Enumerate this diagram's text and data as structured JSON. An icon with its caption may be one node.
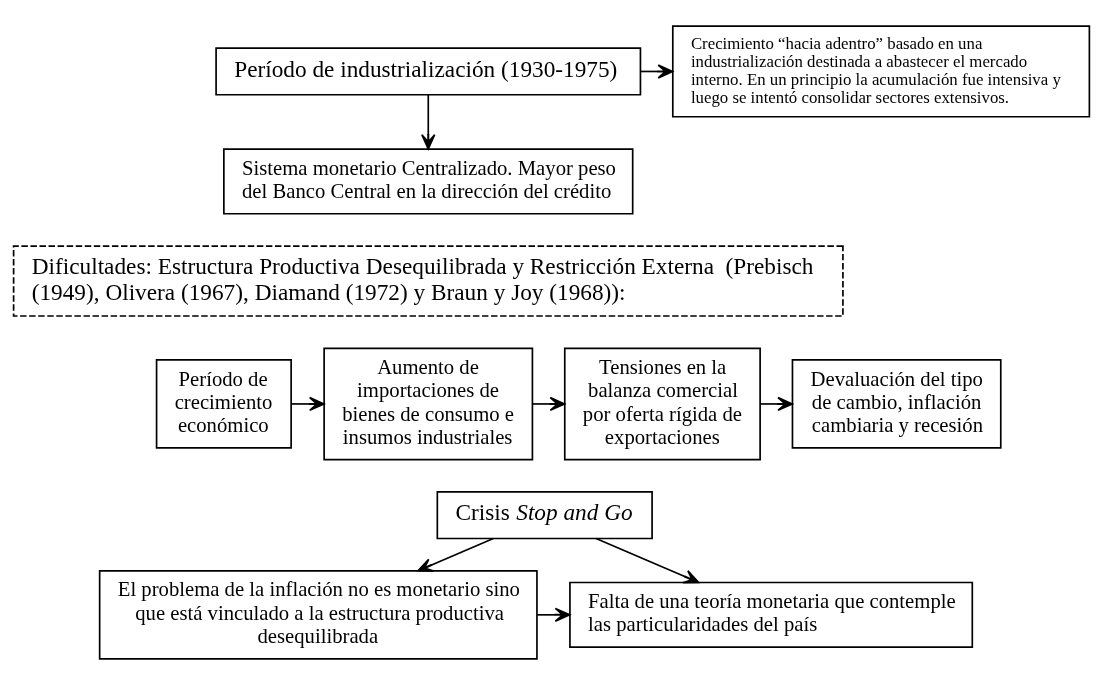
{
  "diagram": {
    "nodes": [
      {
        "text": [
          "Período de industrialización (1930-1975)"
        ]
      },
      {
        "text": [
          "Sistema monetario Centralizado. Mayor peso del Banco Central en la dirección del crédito"
        ]
      },
      {
        "text": [
          "Crecimiento “hacia adentro” basado en una industrialización destinada a abastecer el mercado interno. En un principio la acumulación fue intensiva y luego se intentó consolidar sectores extensivos."
        ]
      },
      {
        "text": [
          "Dificultades: Estructura Productiva Desequilibrada y Restricción Externa  (Prebisch (1949), Olivera (1967), Diamand (1972) y Braun y Joy (1968)):"
        ]
      },
      {
        "text": [
          "Período de crecimiento económico"
        ]
      },
      {
        "text": [
          "Aumento de importaciones de bienes de consumo e insumos industriales"
        ]
      },
      {
        "text": [
          "Tensiones en la balanza comercial por oferta rígida de exportaciones"
        ]
      },
      {
        "text": [
          "Devaluación del tipo de cambio, inflación cambiaria y recesión"
        ]
      },
      {
        "text": [
          "Crisis *Stop and Go*"
        ]
      },
      {
        "text": [
          "El problema de la inflación no es monetario sino que está vinculado a la estructura productiva desequilibrada"
        ]
      },
      {
        "text": [
          "Falta de una teoría monetaria que contemple las particularidades del país"
        ]
      }
    ],
    "edges": [
      {
        "from": 0,
        "to": 1,
        "arrow": "to"
      },
      {
        "from": 0,
        "to": 2,
        "arrow": "to"
      },
      {
        "from": 4,
        "to": 5,
        "arrow": "to"
      },
      {
        "from": 5,
        "to": 6,
        "arrow": "to"
      },
      {
        "from": 6,
        "to": 7,
        "arrow": "to"
      },
      {
        "from": 8,
        "to": 9,
        "arrow": "to"
      },
      {
        "from": 8,
        "to": 10,
        "arrow": "to"
      },
      {
        "from": 9,
        "to": 10,
        "arrow": "to"
      }
    ]
  }
}
